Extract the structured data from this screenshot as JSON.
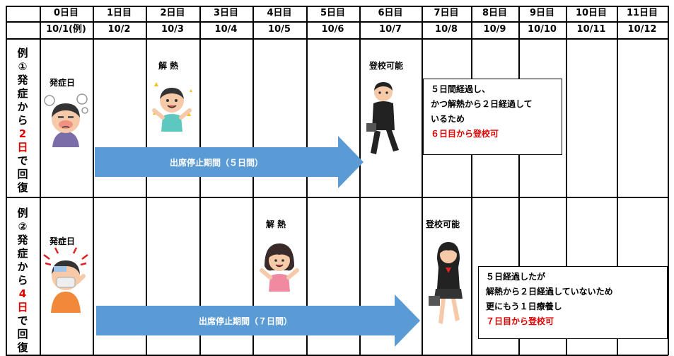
{
  "header": {
    "days": [
      "0日目",
      "1日目",
      "2日目",
      "3日目",
      "4日目",
      "5日目",
      "6日目",
      "7日目",
      "8日目",
      "9日目",
      "10日目",
      "11日目"
    ],
    "dates": [
      "10/1(例)",
      "10/2",
      "10/3",
      "10/4",
      "10/5",
      "10/6",
      "10/7",
      "10/8",
      "10/9",
      "10/10",
      "10/11",
      "10/12"
    ]
  },
  "example1": {
    "label_chars": [
      "例",
      "①",
      "発",
      "症",
      "か",
      "ら",
      "2",
      "日",
      "で",
      "回",
      "復"
    ],
    "onset": "発症日",
    "fever_gone": "解 熱",
    "can_attend": "登校可能",
    "arrow_text": "出席停止期間（５日間）",
    "note_lines": [
      "５日間経過し、",
      "かつ解熱から２日経過して",
      "いるため"
    ],
    "note_result": "６日目から登校可"
  },
  "example2": {
    "label_chars": [
      "例",
      "②",
      "発",
      "症",
      "か",
      "ら",
      "4",
      "日",
      "で",
      "回",
      "復"
    ],
    "onset": "発症日",
    "fever_gone": "解 熱",
    "can_attend": "登校可能",
    "arrow_text": "出席停止期間（７日間）",
    "note_lines": [
      "５日経過したが",
      "解熱から２日経過していないため",
      "更にもう１日療養し"
    ],
    "note_result": "７日目から登校可"
  },
  "colors": {
    "arrow": "#5b9bd5",
    "accent": "#e00000"
  }
}
